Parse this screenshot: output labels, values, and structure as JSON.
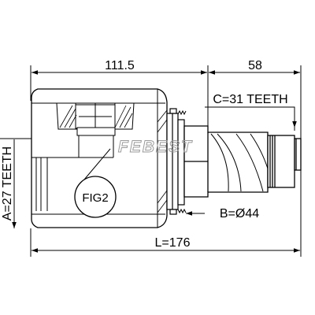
{
  "dimensions": {
    "body_length": "111.5",
    "spline_length": "58",
    "outer_spline": "C=31 TEETH",
    "inner_spline": "A=27 TEETH",
    "seal_diameter": "B=Ø44",
    "total_length": "L=176"
  },
  "callout": {
    "label": "FIG2"
  },
  "watermark": {
    "text": "FEBEST"
  },
  "colors": {
    "line": "#000000",
    "watermark": "#9a9a9a",
    "background": "#ffffff"
  }
}
